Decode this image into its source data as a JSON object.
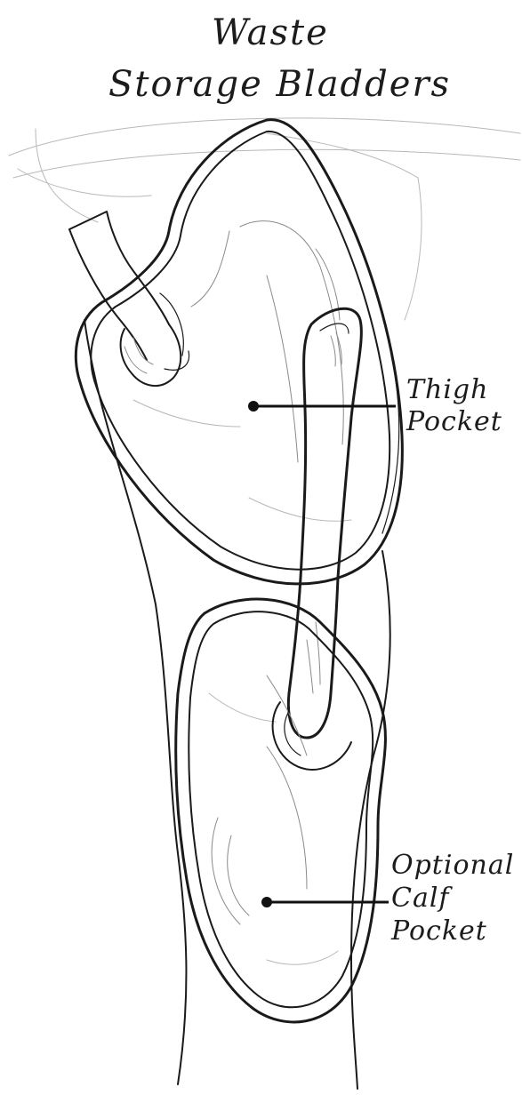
{
  "title": {
    "line1": "Waste",
    "line2": "Storage Bladders"
  },
  "callouts": {
    "thigh": {
      "line1": "Thigh",
      "line2": "Pocket"
    },
    "calf": {
      "line1": "Optional",
      "line2": "Calf",
      "line3": "Pocket"
    }
  }
}
